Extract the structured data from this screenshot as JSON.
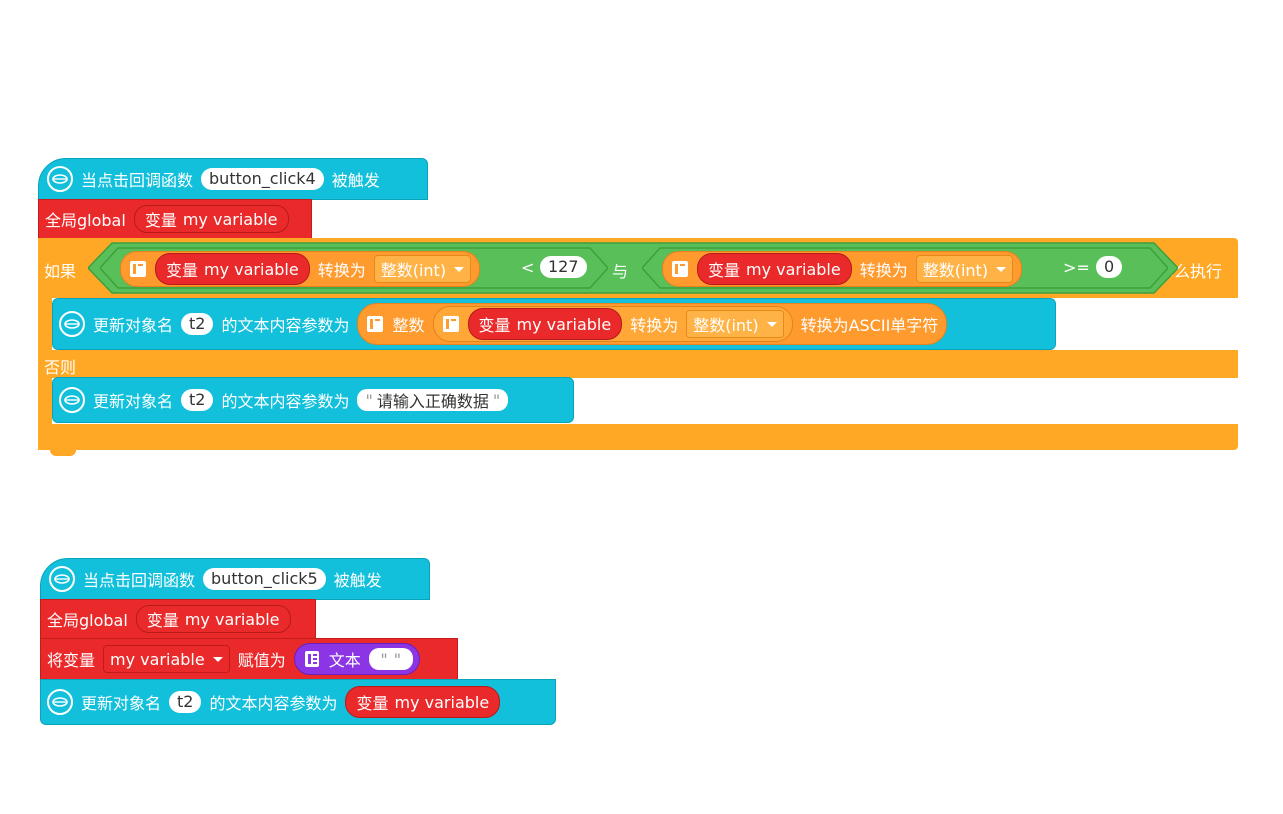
{
  "colors": {
    "event_cyan": "#12c0db",
    "global_red": "#ea2a2a",
    "if_orange": "#ffa826",
    "logic_green": "#59c059",
    "text_purple": "#8c35e5"
  },
  "blocks": {
    "event1": {
      "prefix": "当点击回调函数",
      "param": "button_click4",
      "suffix": "被触发"
    },
    "global1": {
      "label": "全局global",
      "var_prefix": "变量",
      "var_name": "my variable"
    },
    "if1": {
      "if_label": "如果",
      "cond_left": {
        "var_prefix": "变量",
        "var_name": "my variable",
        "convert": "转换为",
        "type": "整数(int)",
        "op": "<",
        "value": "127"
      },
      "and_label": "与",
      "cond_right": {
        "var_prefix": "变量",
        "var_name": "my variable",
        "convert": "转换为",
        "type": "整数(int)",
        "op": ">=",
        "value": "0"
      },
      "then_label": "那么执行",
      "else_label": "否则"
    },
    "update1": {
      "prefix": "更新对象名",
      "obj": "t2",
      "middle": "的文本内容参数为",
      "int_label": "整数",
      "var_prefix": "变量",
      "var_name": "my variable",
      "convert": "转换为",
      "type": "整数(int)",
      "ascii_label": "转换为ASCII单字符"
    },
    "update2": {
      "prefix": "更新对象名",
      "obj": "t2",
      "middle": "的文本内容参数为",
      "text": "请输入正确数据"
    },
    "event2": {
      "prefix": "当点击回调函数",
      "param": "button_click5",
      "suffix": "被触发"
    },
    "global2": {
      "label": "全局global",
      "var_prefix": "变量",
      "var_name": "my variable"
    },
    "assign": {
      "label": "将变量",
      "var_dropdown": "my variable",
      "assign_label": "赋值为",
      "text_label": "文本",
      "text_value": ""
    },
    "update3": {
      "prefix": "更新对象名",
      "obj": "t2",
      "middle": "的文本内容参数为",
      "var_prefix": "变量",
      "var_name": "my variable"
    }
  }
}
